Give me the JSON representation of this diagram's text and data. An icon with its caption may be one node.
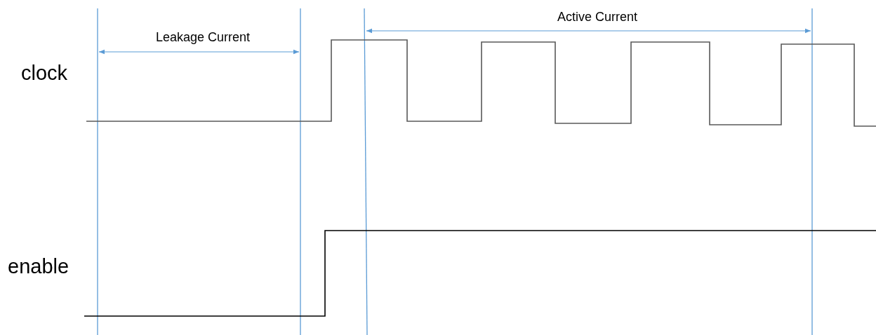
{
  "diagram": {
    "labels": [
      "Active Current",
      "Leakage Current",
      "clock",
      "enable"
    ]
  }
}
